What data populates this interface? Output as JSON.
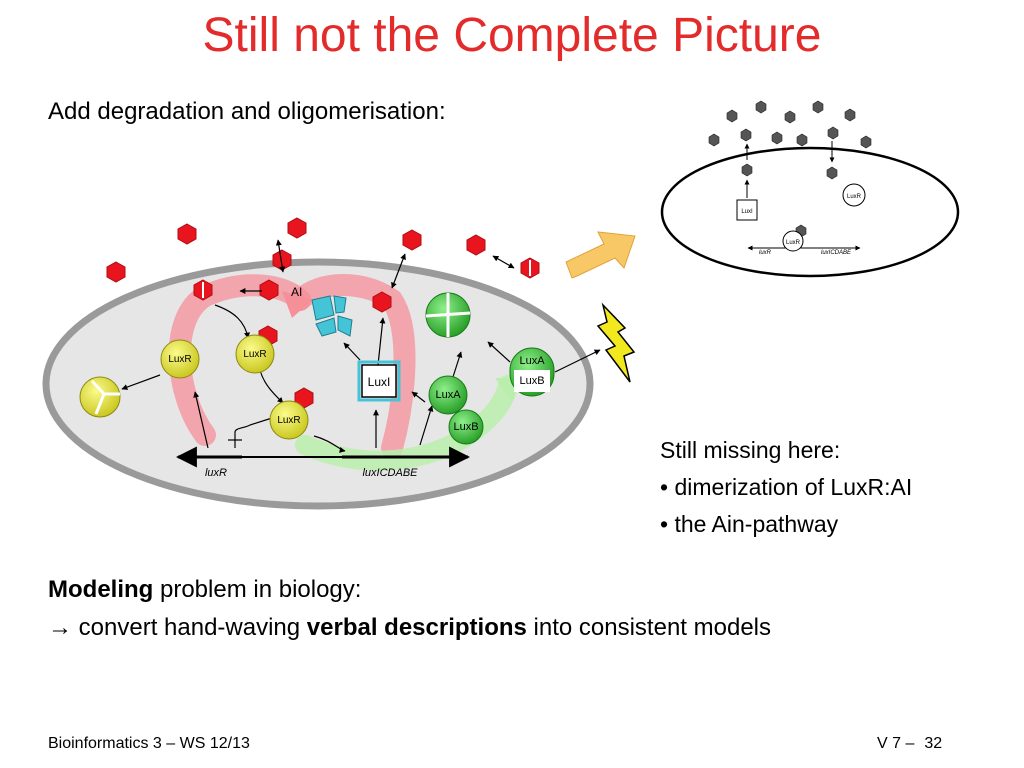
{
  "title": "Still not the Complete Picture",
  "subtitle": "Add degradation and oligomerisation:",
  "diagram": {
    "ai_label": "AI",
    "luxr_label": "LuxR",
    "luxi_label": "LuxI",
    "luxa_label": "LuxA",
    "luxb_label": "LuxB",
    "gene_luxr": "luxR",
    "gene_luxicdabe": "luxICDABE"
  },
  "inset": {
    "luxi_label": "LuxI",
    "luxr_label": "LuxR",
    "gene_luxr": "luxR",
    "gene_luxicdabe": "luxICDABE"
  },
  "missing": {
    "heading": "Still missing here:",
    "items": [
      "dimerization of LuxR:AI",
      "the Ain-pathway"
    ]
  },
  "modeling": {
    "bold1": "Modeling",
    "rest1": " problem in biology:",
    "arrow": "→ convert hand-waving ",
    "bold2": "verbal descriptions",
    "rest2": " into consistent models"
  },
  "footer": {
    "left": "Bioinformatics 3 – WS 12/13",
    "right": "V 7 –",
    "page": "32"
  },
  "colors": {
    "title": "#e32b2b",
    "ai": "#e8141e",
    "luxr": "#d8d824",
    "luxab": "#2fb52f",
    "luxi": "#45c4d8",
    "flow_red": "#f7a0a6",
    "flow_green": "#c2f0b4",
    "bolt": "#f2e81e",
    "double_arrow": "#f7c865"
  }
}
